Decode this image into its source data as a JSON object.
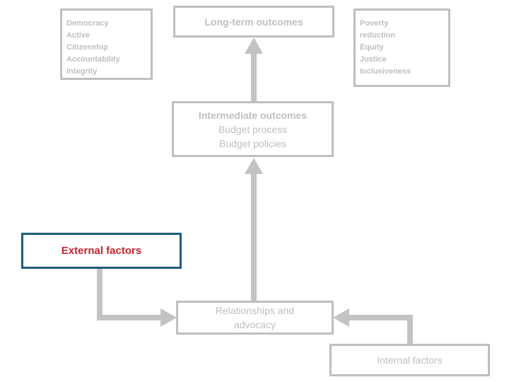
{
  "diagram": {
    "boxes": {
      "values": {
        "text": "Democracy\nActive\nCitizenship\nAccountability\nIntegrity"
      },
      "long_term": {
        "label": "Long-term outcomes"
      },
      "goals": {
        "text": "Poverty\nreduction\nEquity\nJustice\nInclusiveness"
      },
      "intermediate": {
        "title": "Intermediate outcomes",
        "lines": "Budget process\nBudget policies"
      },
      "external": {
        "label": "External factors"
      },
      "relationships": {
        "text": "Relationships and\nadvocacy"
      },
      "internal": {
        "label": "Internal factors"
      }
    },
    "arrows": [
      {
        "name": "intermediate-to-longterm",
        "from": "intermediate",
        "to": "long_term"
      },
      {
        "name": "relationships-to-intermediate",
        "from": "relationships",
        "to": "intermediate"
      },
      {
        "name": "external-to-relationships",
        "from": "external",
        "to": "relationships"
      },
      {
        "name": "internal-to-relationships",
        "from": "internal",
        "to": "relationships"
      }
    ],
    "colors": {
      "gray": "#BFBFBF",
      "arrow": "#C3C3C3",
      "accent_border": "#1F5C7D",
      "accent_text": "#C9242B",
      "background": "#FFFFFF"
    }
  }
}
